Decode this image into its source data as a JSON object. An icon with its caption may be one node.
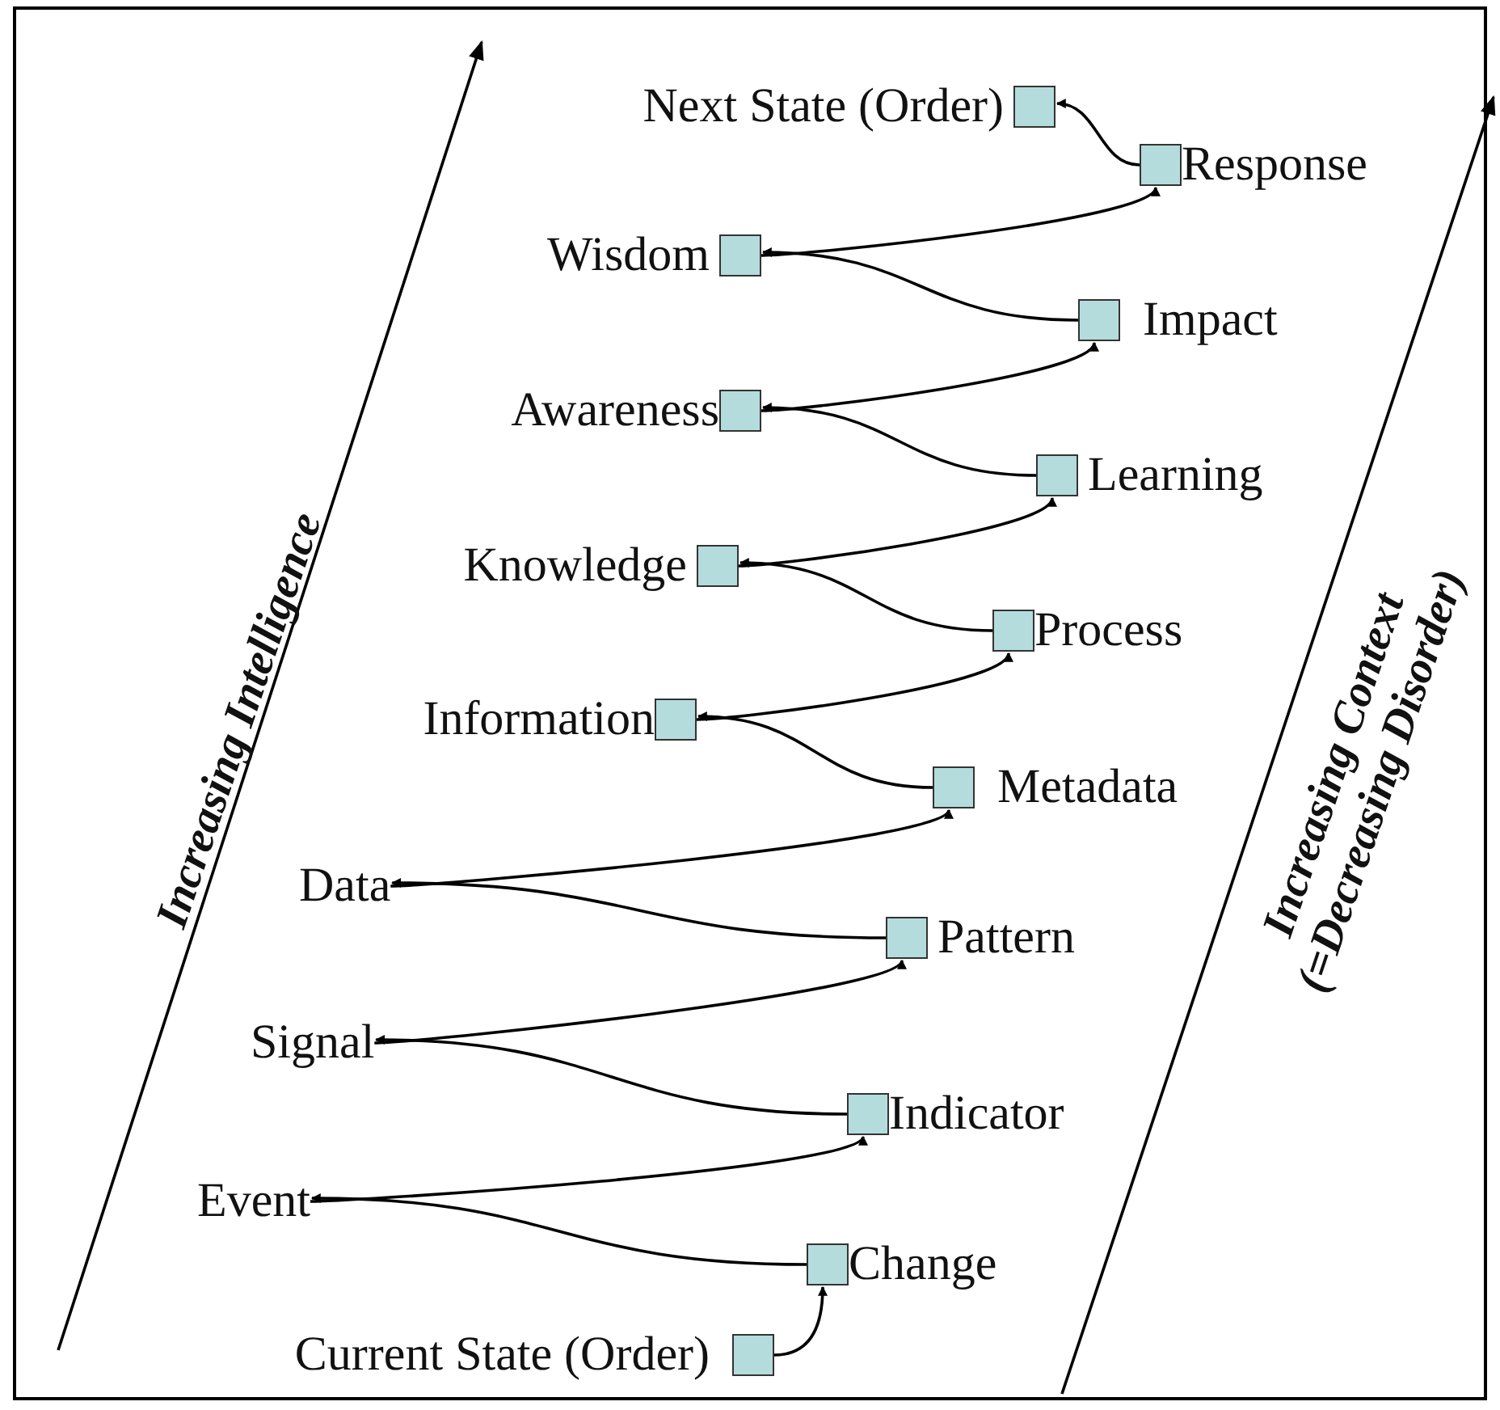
{
  "diagram": {
    "nodes": [
      {
        "text": [
          "Next State (Order)"
        ]
      },
      {
        "text": [
          "Response"
        ]
      },
      {
        "text": [
          "Wisdom"
        ]
      },
      {
        "text": [
          "Impact"
        ]
      },
      {
        "text": [
          "Awareness"
        ]
      },
      {
        "text": [
          "Learning"
        ]
      },
      {
        "text": [
          "Knowledge"
        ]
      },
      {
        "text": [
          "Process"
        ]
      },
      {
        "text": [
          "Information"
        ]
      },
      {
        "text": [
          "Metadata"
        ]
      },
      {
        "text": [
          "Data"
        ]
      },
      {
        "text": [
          "Pattern"
        ]
      },
      {
        "text": [
          "Signal"
        ]
      },
      {
        "text": [
          "Indicator"
        ]
      },
      {
        "text": [
          "Event"
        ]
      },
      {
        "text": [
          "Change"
        ]
      },
      {
        "text": [
          "Current State (Order)"
        ]
      }
    ],
    "edges": [
      {
        "from": 16,
        "to": 15,
        "arrow": "to"
      },
      {
        "from": 15,
        "to": 14,
        "arrow": "to"
      },
      {
        "from": 14,
        "to": 13,
        "arrow": "to"
      },
      {
        "from": 13,
        "to": 12,
        "arrow": "to"
      },
      {
        "from": 12,
        "to": 11,
        "arrow": "to"
      },
      {
        "from": 11,
        "to": 10,
        "arrow": "to"
      },
      {
        "from": 10,
        "to": 9,
        "arrow": "to"
      },
      {
        "from": 9,
        "to": 8,
        "arrow": "to"
      },
      {
        "from": 8,
        "to": 7,
        "arrow": "to"
      },
      {
        "from": 7,
        "to": 6,
        "arrow": "to"
      },
      {
        "from": 6,
        "to": 5,
        "arrow": "to"
      },
      {
        "from": 5,
        "to": 4,
        "arrow": "to"
      },
      {
        "from": 4,
        "to": 3,
        "arrow": "to"
      },
      {
        "from": 3,
        "to": 2,
        "arrow": "to"
      },
      {
        "from": 2,
        "to": 1,
        "arrow": "to"
      },
      {
        "from": 1,
        "to": 0,
        "arrow": "to"
      }
    ],
    "labels": [
      "Increasing Intelligence",
      "Increasing Context (=Decreasing Disorder)"
    ]
  }
}
